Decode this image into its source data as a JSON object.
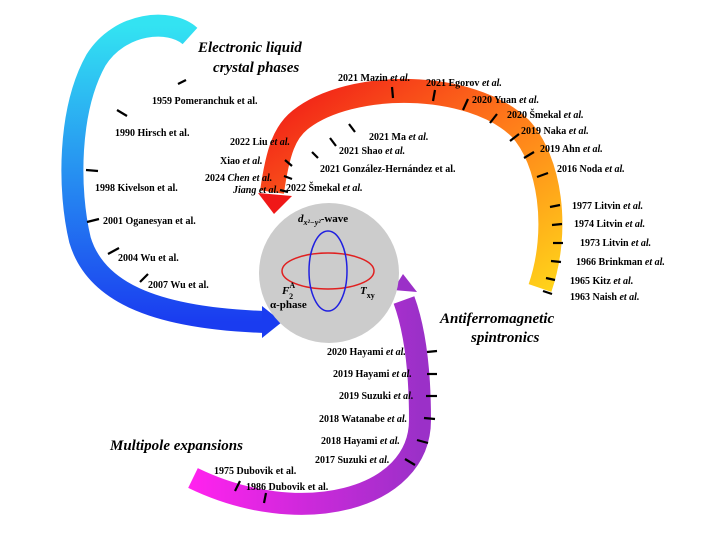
{
  "center": {
    "label_top": "d",
    "label_top_sub": "x²−y²",
    "label_top_suffix": "-wave",
    "label_left_main": "F",
    "label_left_sup": "A",
    "label_left_sub": "2",
    "label_alpha": "α-phase",
    "label_right_main": "T",
    "label_right_sub": "xy"
  },
  "colors": {
    "lc_start": "#33e3f2",
    "lc_end": "#1a3cf0",
    "af_start": "#ffd21a",
    "af_mid": "#ff7a1a",
    "af_end": "#f01818",
    "mp_start": "#ff22ee",
    "mp_end": "#9b30c8",
    "center_disk": "#cccccc",
    "ellipse_red": "#e02020",
    "ellipse_blue": "#2020e0"
  },
  "titles": {
    "liquid_crystal": [
      "Electronic liquid",
      "crystal phases"
    ],
    "antiferro": [
      "Antiferromagnetic",
      "spintronics"
    ],
    "multipole": [
      "Multipole expansions"
    ]
  },
  "liquid_crystal": [
    {
      "name": "Pomeranchuk",
      "year": "1959",
      "suffix": "et al."
    },
    {
      "name": "Hirsch",
      "year": "1990",
      "suffix": "et al."
    },
    {
      "name": "Kivelson",
      "year": "1998",
      "suffix": "et al."
    },
    {
      "name": "Oganesyan",
      "year": "2001",
      "suffix": "et al."
    },
    {
      "name": "Wu",
      "year": "2004",
      "suffix": "et al."
    },
    {
      "name": "Wu",
      "year": "2007",
      "suffix": "et al."
    }
  ],
  "antiferro_outer": [
    {
      "name": "Mazin",
      "year": "2021",
      "suffix": "et al."
    },
    {
      "name": "Egorov",
      "year": "2021",
      "suffix": "et al."
    },
    {
      "name": "Yuan",
      "year": "2020",
      "suffix": "et al."
    },
    {
      "name": "Šmekal",
      "year": "2020",
      "suffix": "et al."
    },
    {
      "name": "Naka",
      "year": "2019",
      "suffix": "et al."
    },
    {
      "name": "Ahn",
      "year": "2019",
      "suffix": "et al."
    },
    {
      "name": "Noda",
      "year": "2016",
      "suffix": "et al."
    },
    {
      "name": "Litvin",
      "year": "1977",
      "suffix": "et al."
    },
    {
      "name": "Litvin",
      "year": "1974",
      "suffix": "et al."
    },
    {
      "name": "Litvin",
      "year": "1973",
      "suffix": "et al."
    },
    {
      "name": "Brinkman",
      "year": "1966",
      "suffix": "et al."
    },
    {
      "name": "Kitz",
      "year": "1965",
      "suffix": "et al."
    },
    {
      "name": "Naish",
      "year": "1963",
      "suffix": "et al."
    }
  ],
  "antiferro_inner": [
    {
      "name": "Ma",
      "year": "2021",
      "suffix": "et al."
    },
    {
      "name": "Shao",
      "year": "2021",
      "suffix": "et al."
    },
    {
      "name": "González-Hernández",
      "year": "2021",
      "suffix": "et al."
    },
    {
      "name": "Šmekal",
      "year": "2022",
      "suffix": "et al."
    },
    {
      "name": "Liu",
      "year": "2022",
      "suffix": "et al."
    },
    {
      "name": "Xiao",
      "year": "",
      "suffix": "et al."
    },
    {
      "name": "Chen",
      "year": "2024",
      "suffix": "et al."
    },
    {
      "name": "Jiang",
      "year": "",
      "suffix": "et al."
    }
  ],
  "multipole": [
    {
      "name": "Hayami",
      "year": "2020",
      "suffix": "et al."
    },
    {
      "name": "Hayami",
      "year": "2019",
      "suffix": "et al."
    },
    {
      "name": "Suzuki",
      "year": "2019",
      "suffix": "et al."
    },
    {
      "name": "Watanabe",
      "year": "2018",
      "suffix": "et al."
    },
    {
      "name": "Hayami",
      "year": "2018",
      "suffix": "et al."
    },
    {
      "name": "Suzuki",
      "year": "2017",
      "suffix": "et al."
    },
    {
      "name": "Dubovik",
      "year": "1975",
      "suffix": "et al."
    },
    {
      "name": "Dubovik",
      "year": "1986",
      "suffix": "et al."
    }
  ]
}
